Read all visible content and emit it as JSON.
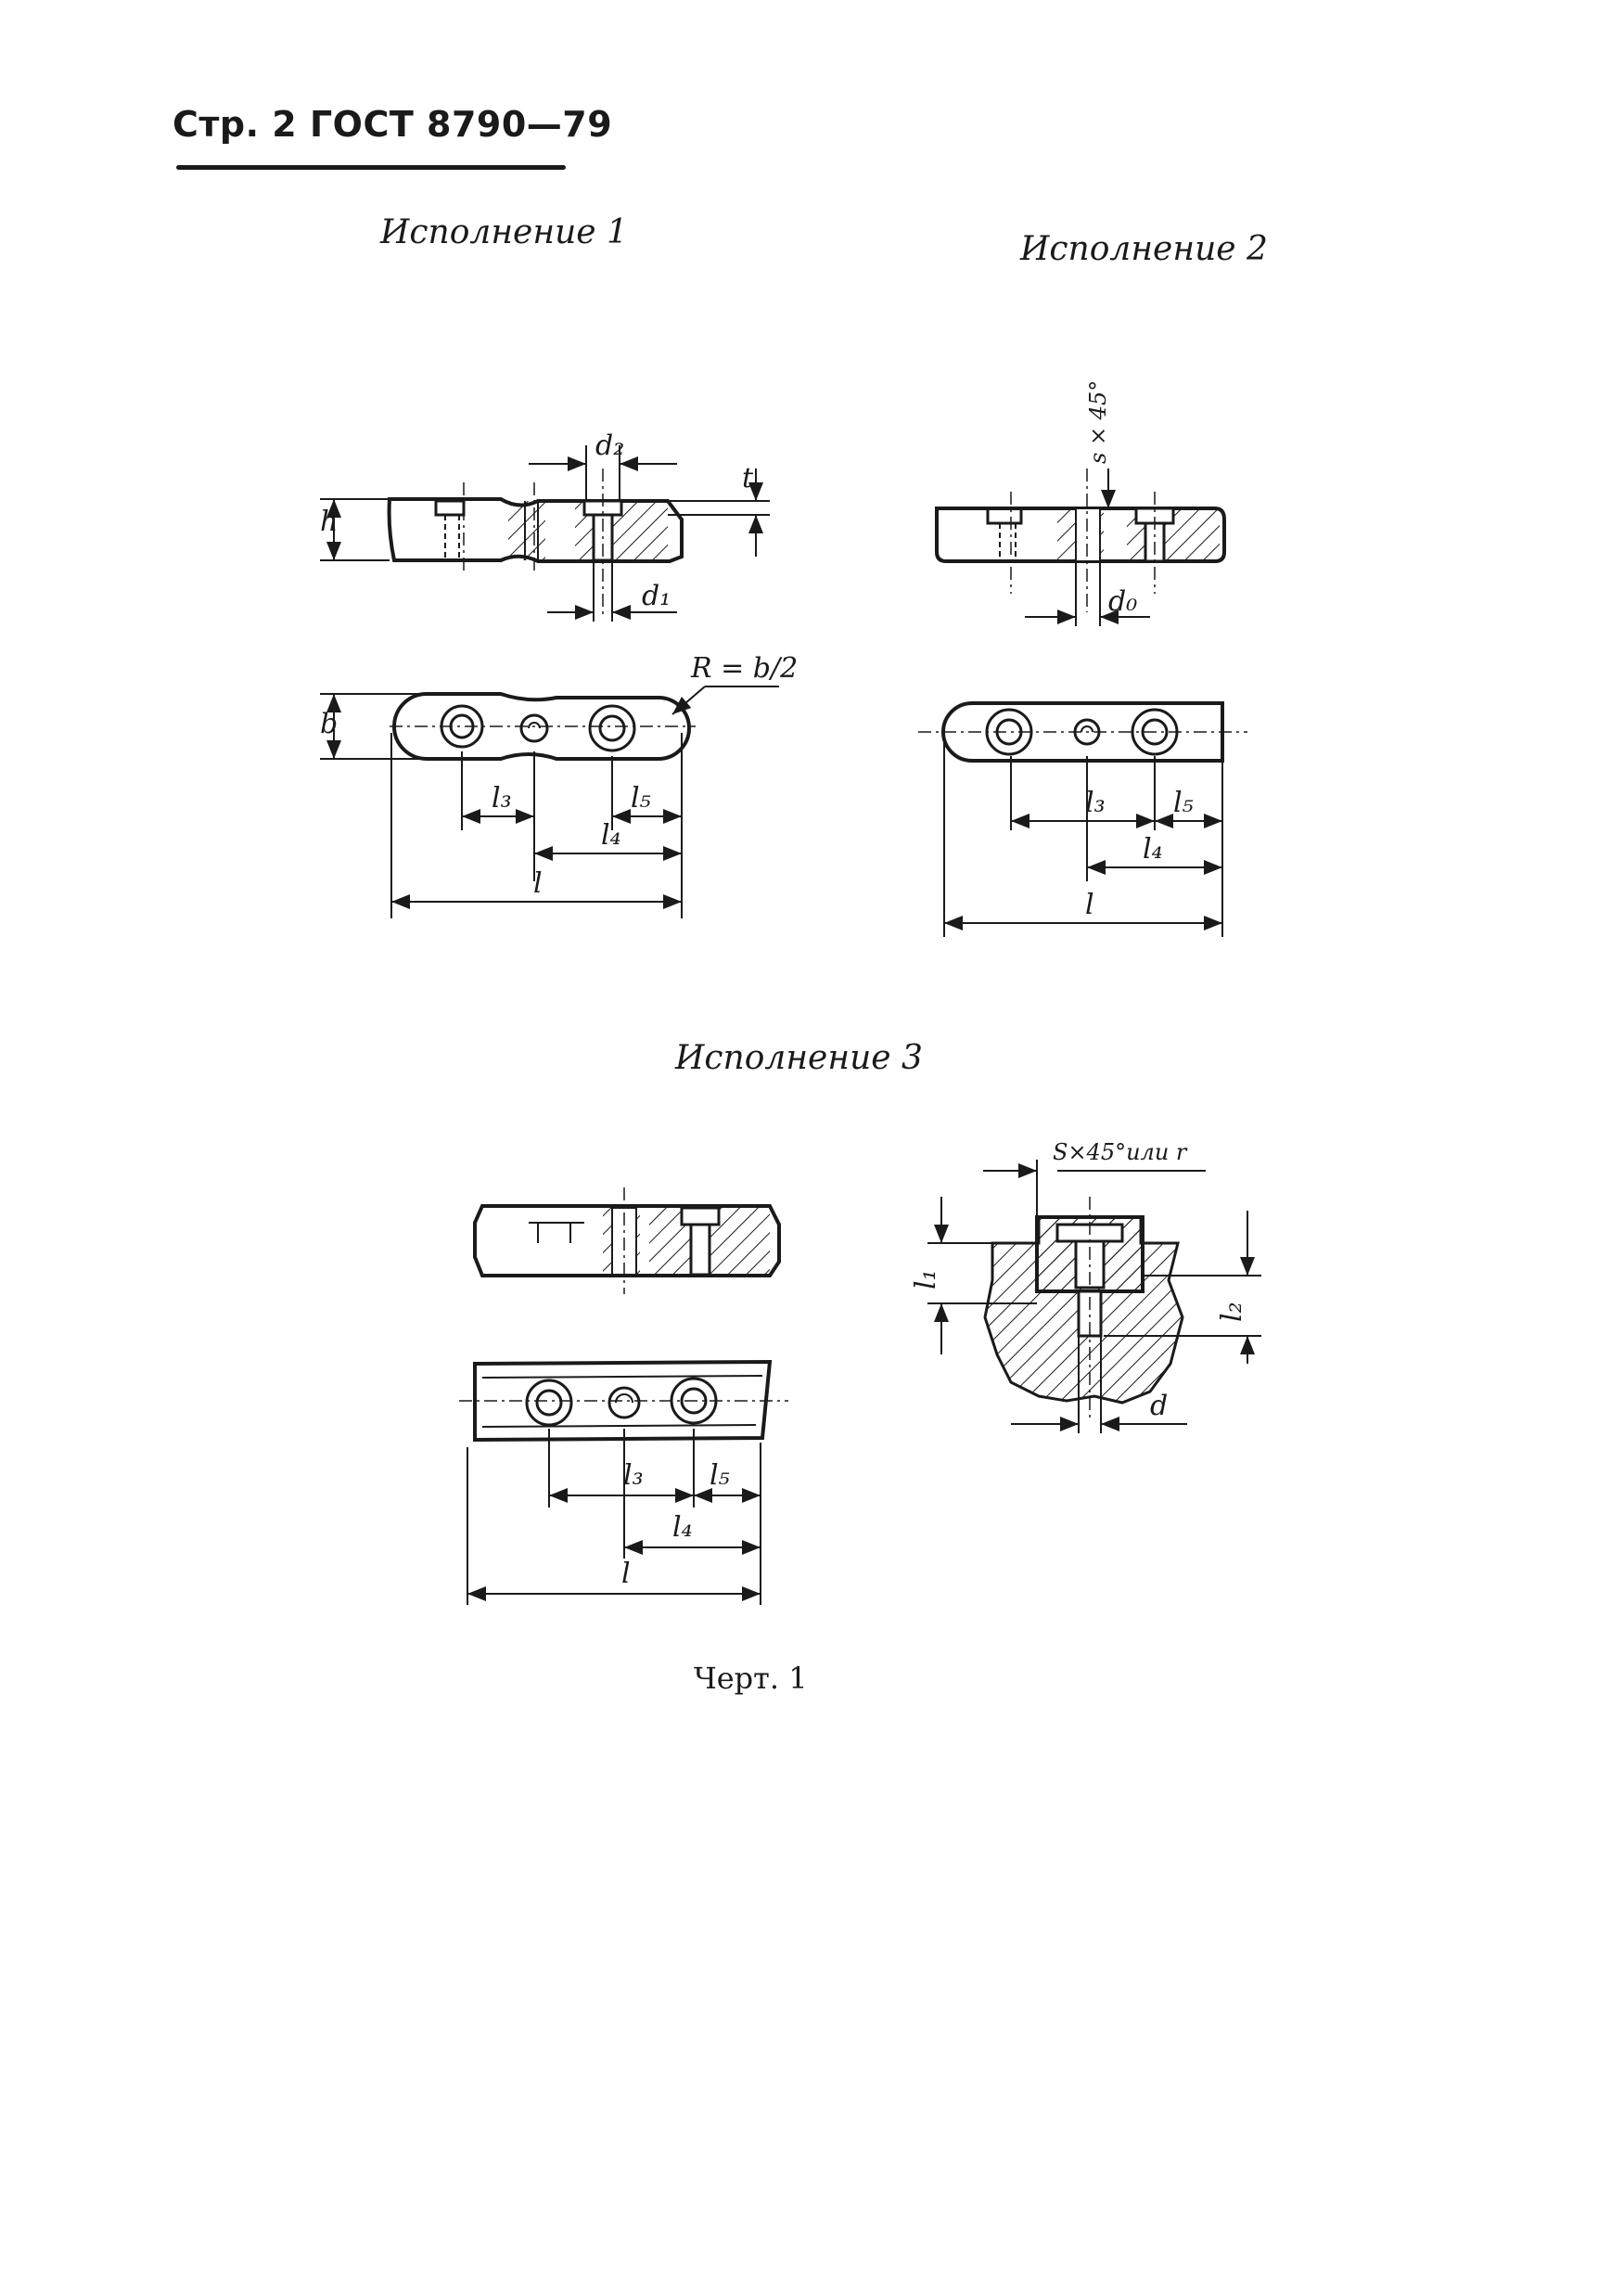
{
  "header": {
    "text": "Стр. 2 ГОСТ 8790—79"
  },
  "captions": {
    "v1": "Исполнение 1",
    "v2": "Исполнение 2",
    "v3": "Исполнение 3",
    "figure": "Черт. 1"
  },
  "labels": {
    "h": "h",
    "t": "t",
    "d2": "d₂",
    "d1": "d₁",
    "b": "b",
    "R": "R = b/2",
    "l3": "l₃",
    "l4": "l₄",
    "l5": "l₅",
    "l": "l",
    "s45": "s × 45°",
    "d0": "d₀",
    "S45": "S×45°или r",
    "l1": "l₁",
    "l2": "l₂",
    "d": "d"
  }
}
